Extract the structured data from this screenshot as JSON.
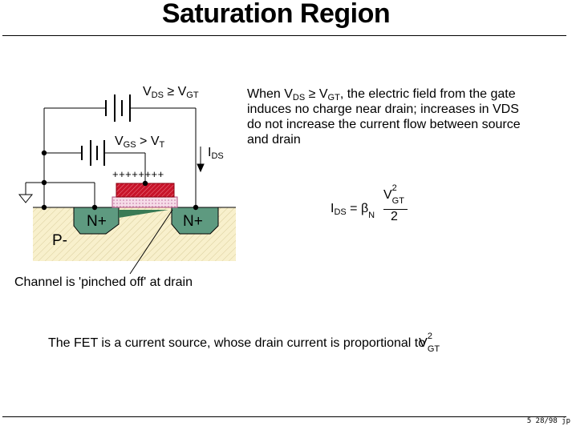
{
  "title": "Saturation Region",
  "diagram": {
    "vds_label": {
      "v": "V",
      "sub1": "DS",
      "op": " ≥ V",
      "sub2": "GT"
    },
    "vgs_label": {
      "v": "V",
      "sub1": "GS",
      "op": " > V",
      "sub2": "T"
    },
    "ids_label": {
      "i": "I",
      "sub": "DS"
    },
    "gate_charge": "++++++++",
    "source_label": "N+",
    "drain_label": "N+",
    "substrate_label": "P-",
    "pinch_caption": "Channel is 'pinched off' at drain"
  },
  "description": {
    "line1_pre": "When V",
    "line1_sub1": "DS",
    "line1_mid": " ≥ V",
    "line1_sub2": "GT",
    "line1_post": ", the electric field from the gate",
    "line2": "induces no charge near drain; increases in VDS",
    "line3": "do not increase the current flow between source",
    "line4": "and drain"
  },
  "equation": {
    "lhs": "I",
    "lhs_sub": "DS",
    "eq": " = β",
    "beta_sub": "N",
    "num": "V",
    "num_sup": "2",
    "num_sub": "GT",
    "den": "2"
  },
  "summary": {
    "text": "The FET is a current source, whose drain current is proportional to",
    "v": "V",
    "sup": "2",
    "sub": "GT"
  },
  "footer": "5 28/98 jp",
  "colors": {
    "substrate": "#f8f0cc",
    "nplus": "#5e9a80",
    "gate": "#c8142a",
    "oxide": "#e8b4d0",
    "channel": "#3a7a55"
  }
}
